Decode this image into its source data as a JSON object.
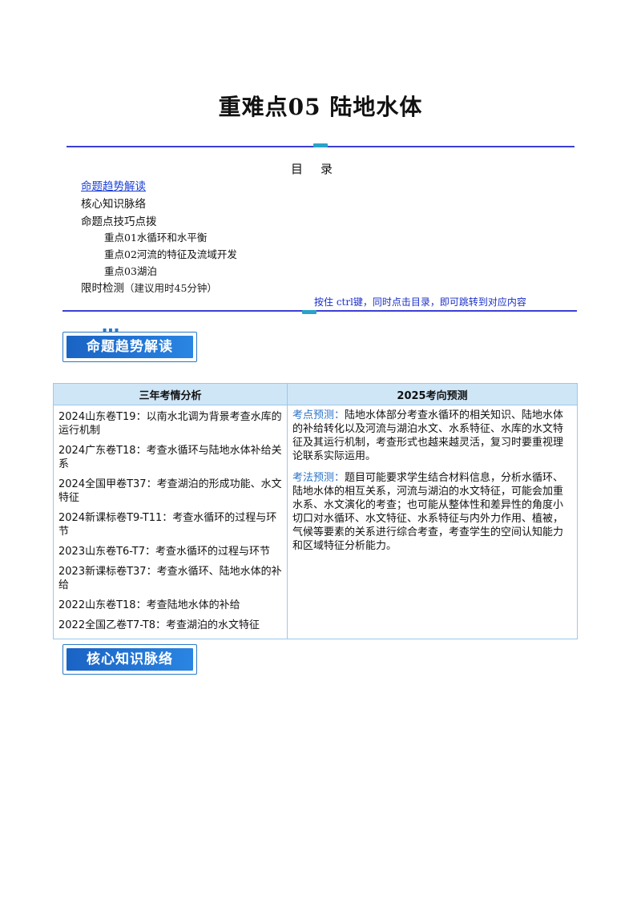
{
  "title": "重难点05  陆地水体",
  "toc": {
    "heading": "目录",
    "items": [
      {
        "label": "命题趋势解读",
        "link": true
      },
      {
        "label": "核心知识脉络"
      },
      {
        "label": "命题点技巧点拨"
      }
    ],
    "sub_items": [
      "重点01水循环和水平衡",
      "重点02河流的特征及流域开发",
      "重点03湖泊"
    ],
    "test_label": "限时检测",
    "test_note": "（建议用时45分钟）",
    "hint": "按住 ctrl键，同时点击目录，即可跳转到对应内容"
  },
  "sections": {
    "trend": "命题趋势解读",
    "knowledge": "核心知识脉络"
  },
  "table": {
    "headers": [
      "三年考情分析",
      "2025考向预测"
    ],
    "exam_items": [
      "2024山东卷T19：以南水北调为背景考查水库的运行机制",
      "2024广东卷T18：考查水循环与陆地水体补给关系",
      "2024全国甲卷T37：考查湖泊的形成功能、水文特征",
      "2024新课标卷T9-T11：考查水循环的过程与环节",
      "2023山东卷T6-T7：考查水循环的过程与环节",
      "2023新课标卷T37：考查水循环、陆地水体的补给",
      "2022山东卷T18：考查陆地水体的补给",
      "2022全国乙卷T7-T8：考查湖泊的水文特征"
    ],
    "predictions": [
      {
        "label": "考点预测：",
        "text": "陆地水体部分考查水循环的相关知识、陆地水体的补给转化以及河流与湖泊水文、水系特征、水库的水文特征及其运行机制，考查形式也越来越灵活，复习时要重视理论联系实际运用。"
      },
      {
        "label": "考法预测：",
        "text": "题目可能要求学生结合材料信息，分析水循环、陆地水体的相互关系，河流与湖泊的水文特征，可能会加重水系、水文演化的考查；也可能从整体性和差异性的角度小切口对水循环、水文特征、水系特征与内外力作用、植被，气候等要素的关系进行综合考查，考查学生的空间认知能力和区域特征分析能力。"
      }
    ]
  },
  "colors": {
    "rule": "#3b3fd6",
    "link": "#1a3fd6",
    "banner": "#1a63c4",
    "table_header": "#cfe6f7",
    "prediction_label": "#2a73c9"
  }
}
